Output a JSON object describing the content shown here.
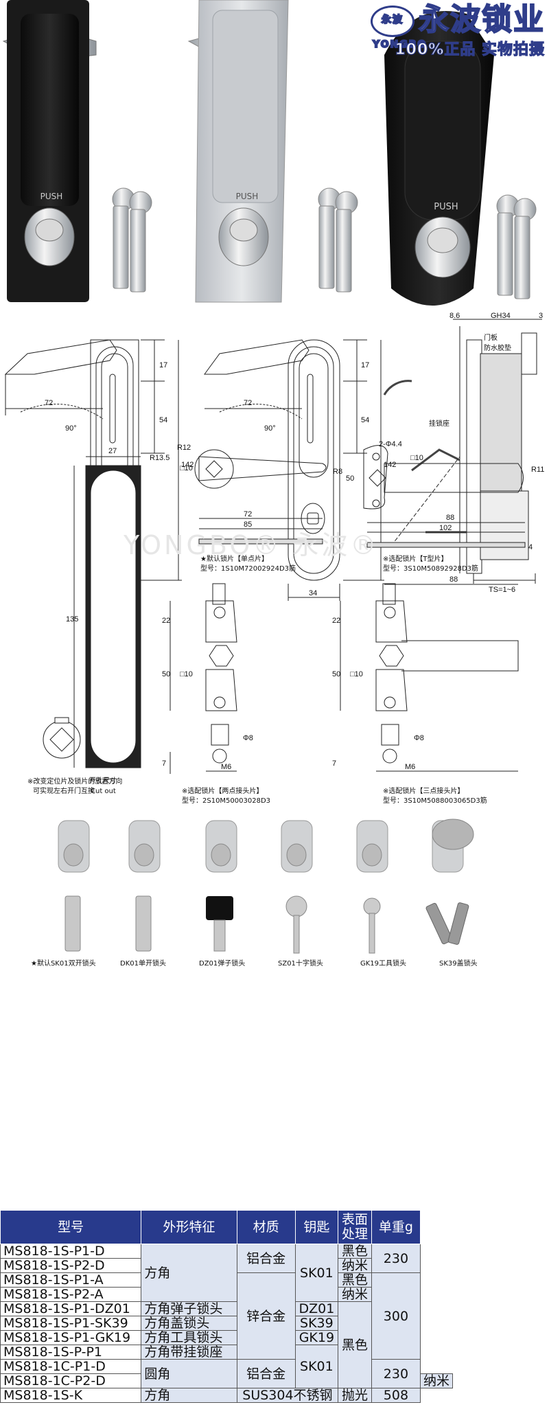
{
  "brand": {
    "logo_text": "永波 YONGBO",
    "name": "永波锁业",
    "tagline": "100%正品 实物拍摄"
  },
  "drawing_labels": {
    "dim_17": "17",
    "dim_54": "54",
    "dim_142": "142",
    "dim_72": "72",
    "dim_90": "90°",
    "dim_34": "34",
    "dim_8_6": "8.6",
    "dim_gh34": "GH34",
    "dim_3": "3",
    "door_panel": "门板",
    "seal": "防水胶垫",
    "hanging_seat": "挂锁座",
    "ts": "TS=1~6",
    "dim_27": "27",
    "r13_5": "R13.5",
    "dim_135": "135",
    "cut_out_cn": "开孔尺寸",
    "cut_out_en": "Cut out",
    "r12": "R12",
    "sq10": "□10",
    "r8": "R8",
    "dim_85": "85",
    "two_hole": "2-Φ4.4",
    "r11": "R11",
    "dim_50": "50",
    "dim_88": "88",
    "dim_102": "102",
    "dim_4": "4",
    "dim_22": "22",
    "phi8": "Φ8",
    "m6": "M6",
    "dim_7": "7",
    "watermark": "YONGBO® 永波®",
    "note_single_1": "★默认锁片【单点片】",
    "note_single_2": "型号：1S10M72002924D3筋",
    "note_t_1": "※选配锁片【T型片】",
    "note_t_2": "型号：3S10M50892928D3筋",
    "note_switch_1": "※改变定位片及锁片的放置方向",
    "note_switch_2": "可实现左右开门互换",
    "note_two_1": "※选配锁片【两点接头片】",
    "note_two_2": "型号：2S10M50003028D3",
    "note_three_1": "※选配锁片【三点接头片】",
    "note_three_2": "型号：3S10M5088003065D3筋"
  },
  "key_options": [
    {
      "label": "★默认SK01双开锁头"
    },
    {
      "label": "DK01单开锁头"
    },
    {
      "label": "DZ01弹子锁头"
    },
    {
      "label": "SZ01十字锁头"
    },
    {
      "label": "GK19工具锁头"
    },
    {
      "label": "SK39盖锁头"
    }
  ],
  "spec_table": {
    "headers": [
      "型号",
      "外形特征",
      "材质",
      "钥匙",
      "表面处理",
      "单重g"
    ],
    "models": [
      "MS818-1S-P1-D",
      "MS818-1S-P2-D",
      "MS818-1S-P1-A",
      "MS818-1S-P2-A",
      "MS818-1S-P1-DZ01",
      "MS818-1S-P1-SK39",
      "MS818-1S-P1-GK19",
      "MS818-1S-P-P1",
      "MS818-1C-P1-D",
      "MS818-1C-P2-D",
      "MS818-1S-K"
    ],
    "shape": [
      "方角",
      "方角弹子锁头",
      "方角盖锁头",
      "方角工具锁头",
      "方角带挂锁座",
      "圆角",
      "方角"
    ],
    "material": [
      "铝合金",
      "锌合金",
      "铝合金",
      "SUS304不锈钢"
    ],
    "key": [
      "SK01",
      "DZ01",
      "SK39",
      "GK19",
      "SK01"
    ],
    "finish": [
      "黑色",
      "纳米",
      "黑色",
      "纳米",
      "黑色",
      "纳米",
      "抛光"
    ],
    "weight": [
      "230",
      "300",
      "230",
      "508"
    ]
  }
}
